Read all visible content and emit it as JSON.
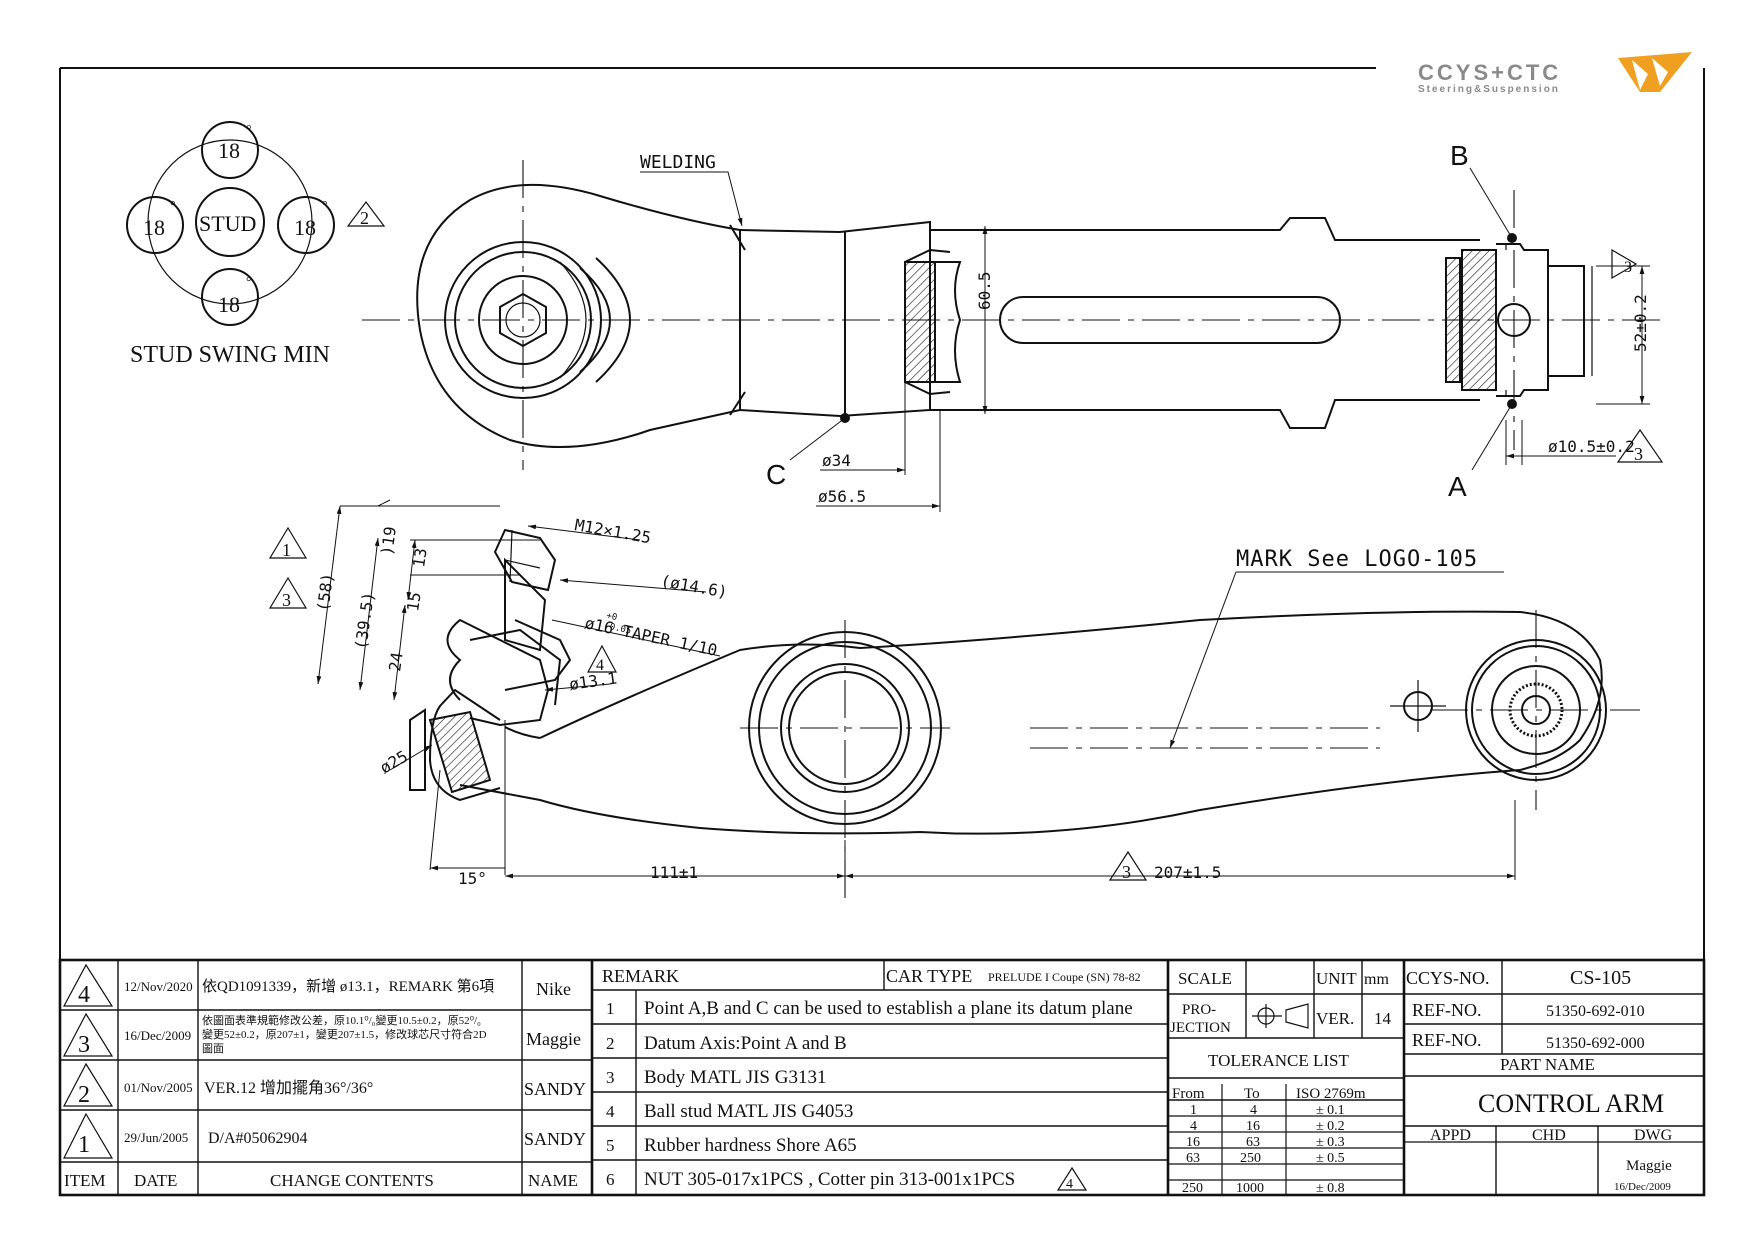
{
  "logo": {
    "text": "CCYS+CTC",
    "subtitle": "Steering&Suspension",
    "accent": "#f0a020",
    "gray": "#8a8a8a"
  },
  "stud_swing": {
    "angles": [
      "18",
      "18",
      "18",
      "18"
    ],
    "center": "STUD",
    "caption": "STUD SWING MIN",
    "degree_symbol": "°"
  },
  "revision_markers": {
    "r1": "1",
    "r2": "2",
    "r3": "3",
    "r4": "4"
  },
  "plan_view": {
    "welding": "WELDING",
    "label_a": "A",
    "label_b": "B",
    "label_c": "C",
    "dim_34": "ø34",
    "dim_56_5": "ø56.5",
    "dim_60_5": "60.5",
    "dim_52": "52±0.2",
    "dim_10_5": "ø10.5±0.2"
  },
  "side_view": {
    "mark_note": "MARK See LOGO-105",
    "dim_m12": "M12×1.25",
    "dim_14_6": "(ø14.6)",
    "dim_taper": "ø16 TAPER 1/10",
    "dim_taper_tol_upper": "+0",
    "dim_taper_tol_lower": "-0.05",
    "dim_13_1": "ø13.1",
    "dim_25": "ø25",
    "dim_58": "(58)",
    "dim_39_5": "(39.5)",
    "dim_19": ")19",
    "dim_13": "13",
    "dim_15": "15",
    "dim_24": "24",
    "dim_15deg": "15°",
    "dim_111": "111±1",
    "dim_207": "207±1.5"
  },
  "title_block": {
    "revisions": [
      {
        "mark": "4",
        "date": "12/Nov/2020",
        "content": "依QD1091339，新增 ø13.1，REMARK 第6項",
        "name": "Nike"
      },
      {
        "mark": "3",
        "date": "16/Dec/2009",
        "content_l1": "依圖面表準規範修改公差，原10.1⁰/₀變更10.5±0.2，原52⁰/₀",
        "content_l2": "變更52±0.2，原207±1，變更207±1.5，修改球芯尺寸符合2D",
        "content_l3": "圖面",
        "name": "Maggie"
      },
      {
        "mark": "2",
        "date": "01/Nov/2005",
        "content": "VER.12 增加擺角36°/36°",
        "name": "SANDY"
      },
      {
        "mark": "1",
        "date": "29/Jun/2005",
        "content": "D/A#05062904",
        "name": "SANDY"
      }
    ],
    "headers": {
      "item": "ITEM",
      "date": "DATE",
      "change": "CHANGE CONTENTS",
      "name": "NAME"
    },
    "remark_label": "REMARK",
    "car_type_label": "CAR TYPE",
    "car_type": "PRELUDE I Coupe (SN) 78-82",
    "remarks": [
      {
        "no": "1",
        "text": "Point A,B and C can be used to establish a plane its datum plane"
      },
      {
        "no": "2",
        "text": "Datum Axis:Point A and B"
      },
      {
        "no": "3",
        "text": "Body MATL JIS G3131"
      },
      {
        "no": "4",
        "text": "Ball stud MATL JIS G4053"
      },
      {
        "no": "5",
        "text": "Rubber hardness Shore A65"
      },
      {
        "no": "6",
        "text": "NUT 305-017x1PCS , Cotter pin 313-001x1PCS"
      }
    ],
    "scale_label": "SCALE",
    "unit_label": "UNIT",
    "unit": "mm",
    "projection_l1": "PRO-",
    "projection_l2": "JECTION",
    "ver_label": "VER.",
    "ver": "14",
    "tolerance_title": "TOLERANCE LIST",
    "tolerance_head": {
      "from": "From",
      "to": "To",
      "iso": "ISO 2769m"
    },
    "tolerances": [
      {
        "from": "1",
        "to": "4",
        "tol": "± 0.1"
      },
      {
        "from": "4",
        "to": "16",
        "tol": "± 0.2"
      },
      {
        "from": "16",
        "to": "63",
        "tol": "± 0.3"
      },
      {
        "from": "63",
        "to": "250",
        "tol": "± 0.5"
      },
      {
        "from": "250",
        "to": "1000",
        "tol": "± 0.8"
      }
    ],
    "ccys_no_label": "CCYS-NO.",
    "ccys_no": "CS-105",
    "ref1_label": "REF-NO.",
    "ref1": "51350-692-010",
    "ref2_label": "REF-NO.",
    "ref2": "51350-692-000",
    "part_name_label": "PART NAME",
    "part_name": "CONTROL ARM",
    "appd": "APPD",
    "chd": "CHD",
    "dwg": "DWG",
    "drawn_by": "Maggie",
    "drawn_date": "16/Dec/2009"
  }
}
